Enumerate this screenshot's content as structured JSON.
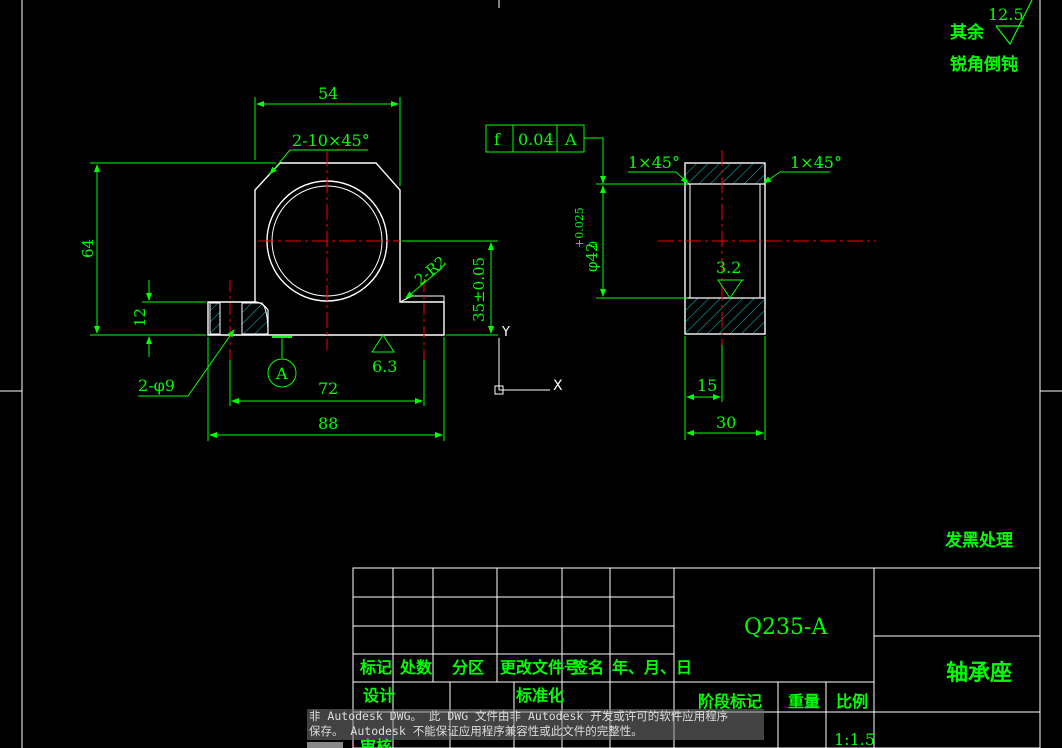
{
  "roughness_note": {
    "label": "其余",
    "value": "12.5"
  },
  "edge_note": "锐角倒钝",
  "surface_note": "发黑处理",
  "front_view": {
    "dim_top_width": "54",
    "chamfer": "2-10×45°",
    "dim_height": "64",
    "dim_base": "12",
    "dim_center": "35±0.05",
    "fillet": "2-R2",
    "holes": "2-φ9",
    "dim_hole_spacing": "72",
    "dim_total_width": "88",
    "roughness": "6.3",
    "datum": "A"
  },
  "side_view": {
    "tolerance_symbol": "f",
    "tolerance_value": "0.04",
    "tolerance_datum": "A",
    "chamfer_left": "1×45°",
    "chamfer_right": "1×45°",
    "bore_prefix": "φ42",
    "bore_upper": "+0.025",
    "bore_lower": "0",
    "roughness": "3.2",
    "dim_offset": "15",
    "dim_width": "30"
  },
  "ucs": {
    "y": "Y",
    "x": "X"
  },
  "title_block": {
    "headers": [
      "标记",
      "处数",
      "分区",
      "更改文件号",
      "签名",
      "年、月、日"
    ],
    "design": "设计",
    "standard": "标准化",
    "stage": "阶段标记",
    "weight": "重量",
    "scale_label": "比例",
    "scale_value": "1:1.5",
    "review": "审核",
    "material": "Q235-A",
    "part_name": "轴承座"
  },
  "notice": {
    "line1": "非 Autodesk DWG。 此 DWG 文件由非 Autodesk 开发或许可的软件应用程序",
    "line2": "保存。 Autodesk 不能保证应用程序兼容性或此文件的完整性。"
  }
}
